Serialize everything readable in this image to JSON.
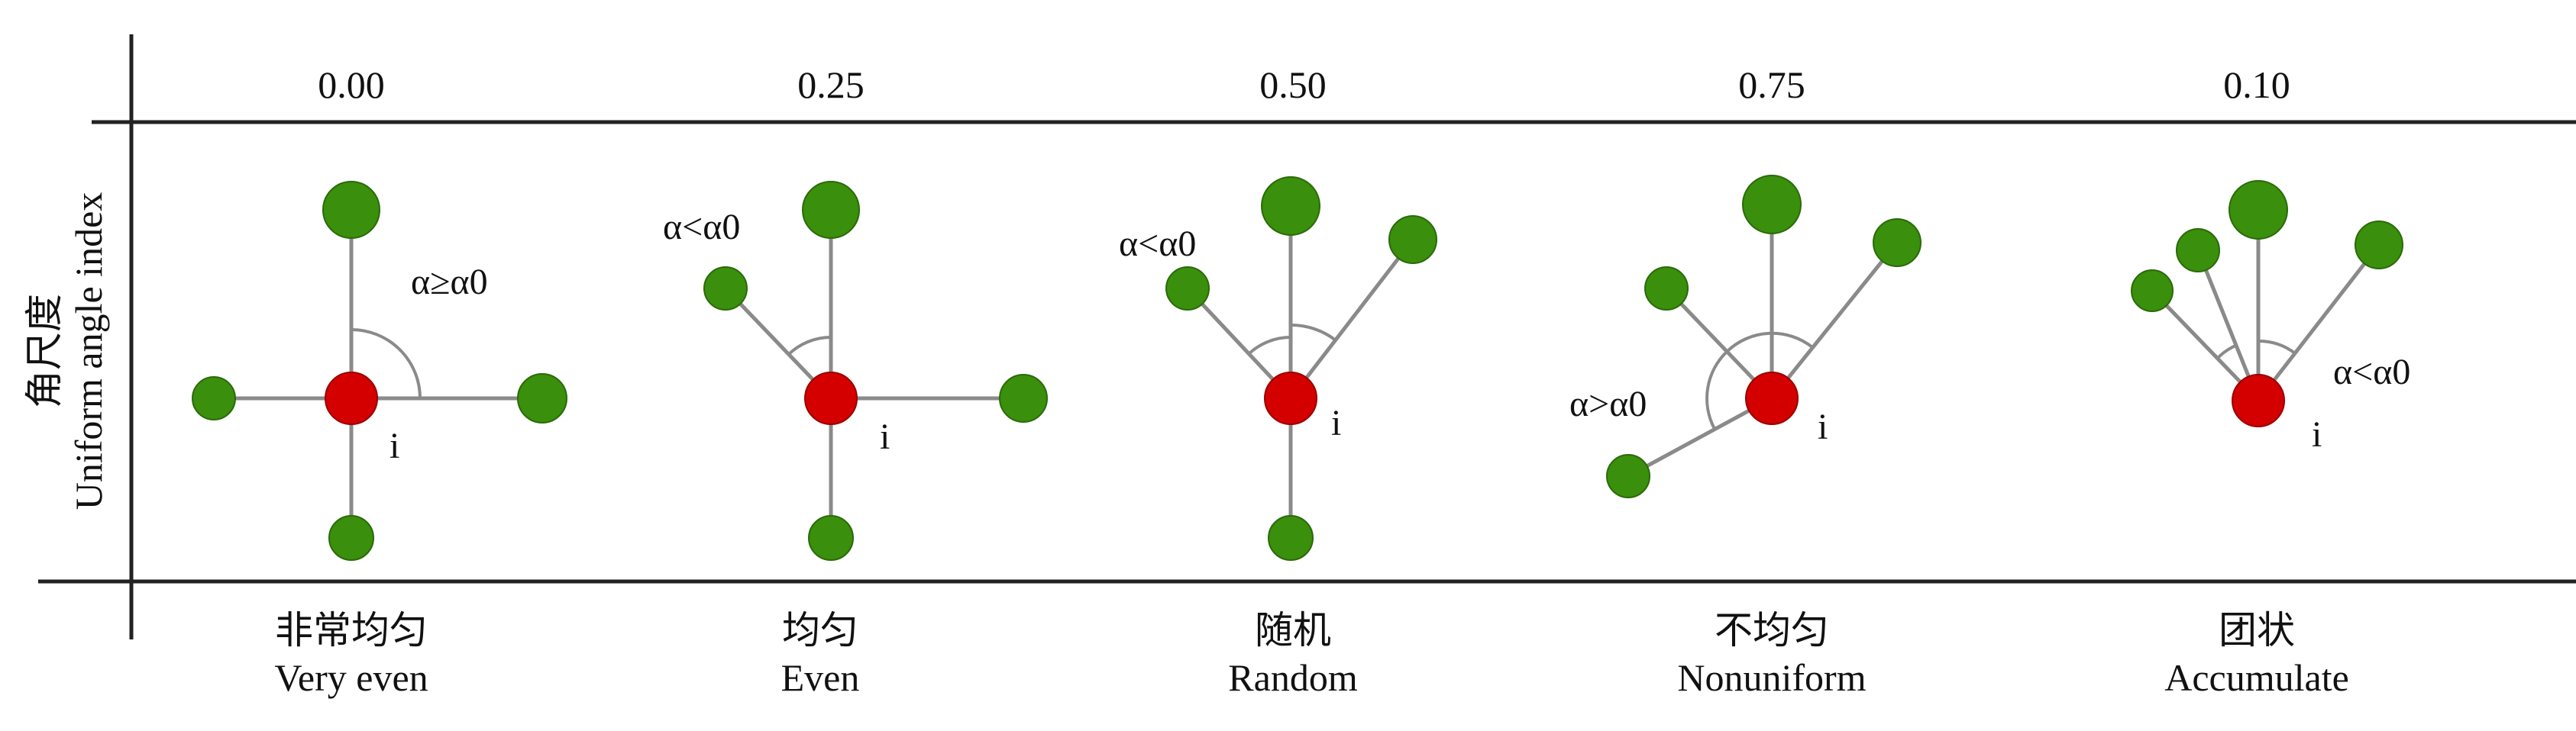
{
  "row_label": {
    "chinese": "角尺度",
    "english": "Uniform angle index"
  },
  "panels": [
    {
      "value": "0.00",
      "label_cn": "非常均匀",
      "label_en": "Very even",
      "center_label": "i",
      "angle_annotation": "α≥α0"
    },
    {
      "value": "0.25",
      "label_cn": "均匀",
      "label_en": "Even",
      "center_label": "i",
      "angle_annotation": "α<α0"
    },
    {
      "value": "0.50",
      "label_cn": "随机",
      "label_en": "Random",
      "center_label": "i",
      "angle_annotation": "α<α0"
    },
    {
      "value": "0.75",
      "label_cn": "不均匀",
      "label_en": "Nonuniform",
      "center_label": "i",
      "angle_annotation": "α>α0"
    },
    {
      "value": "0.10",
      "label_cn": "团状",
      "label_en": "Accumulate",
      "center_label": "i",
      "angle_annotation": "α<α0"
    }
  ],
  "colors": {
    "center_tree": "#d40000",
    "neighbor_tree": "#3a8f0c",
    "line": "#8a8a8a",
    "rule": "#222222"
  }
}
